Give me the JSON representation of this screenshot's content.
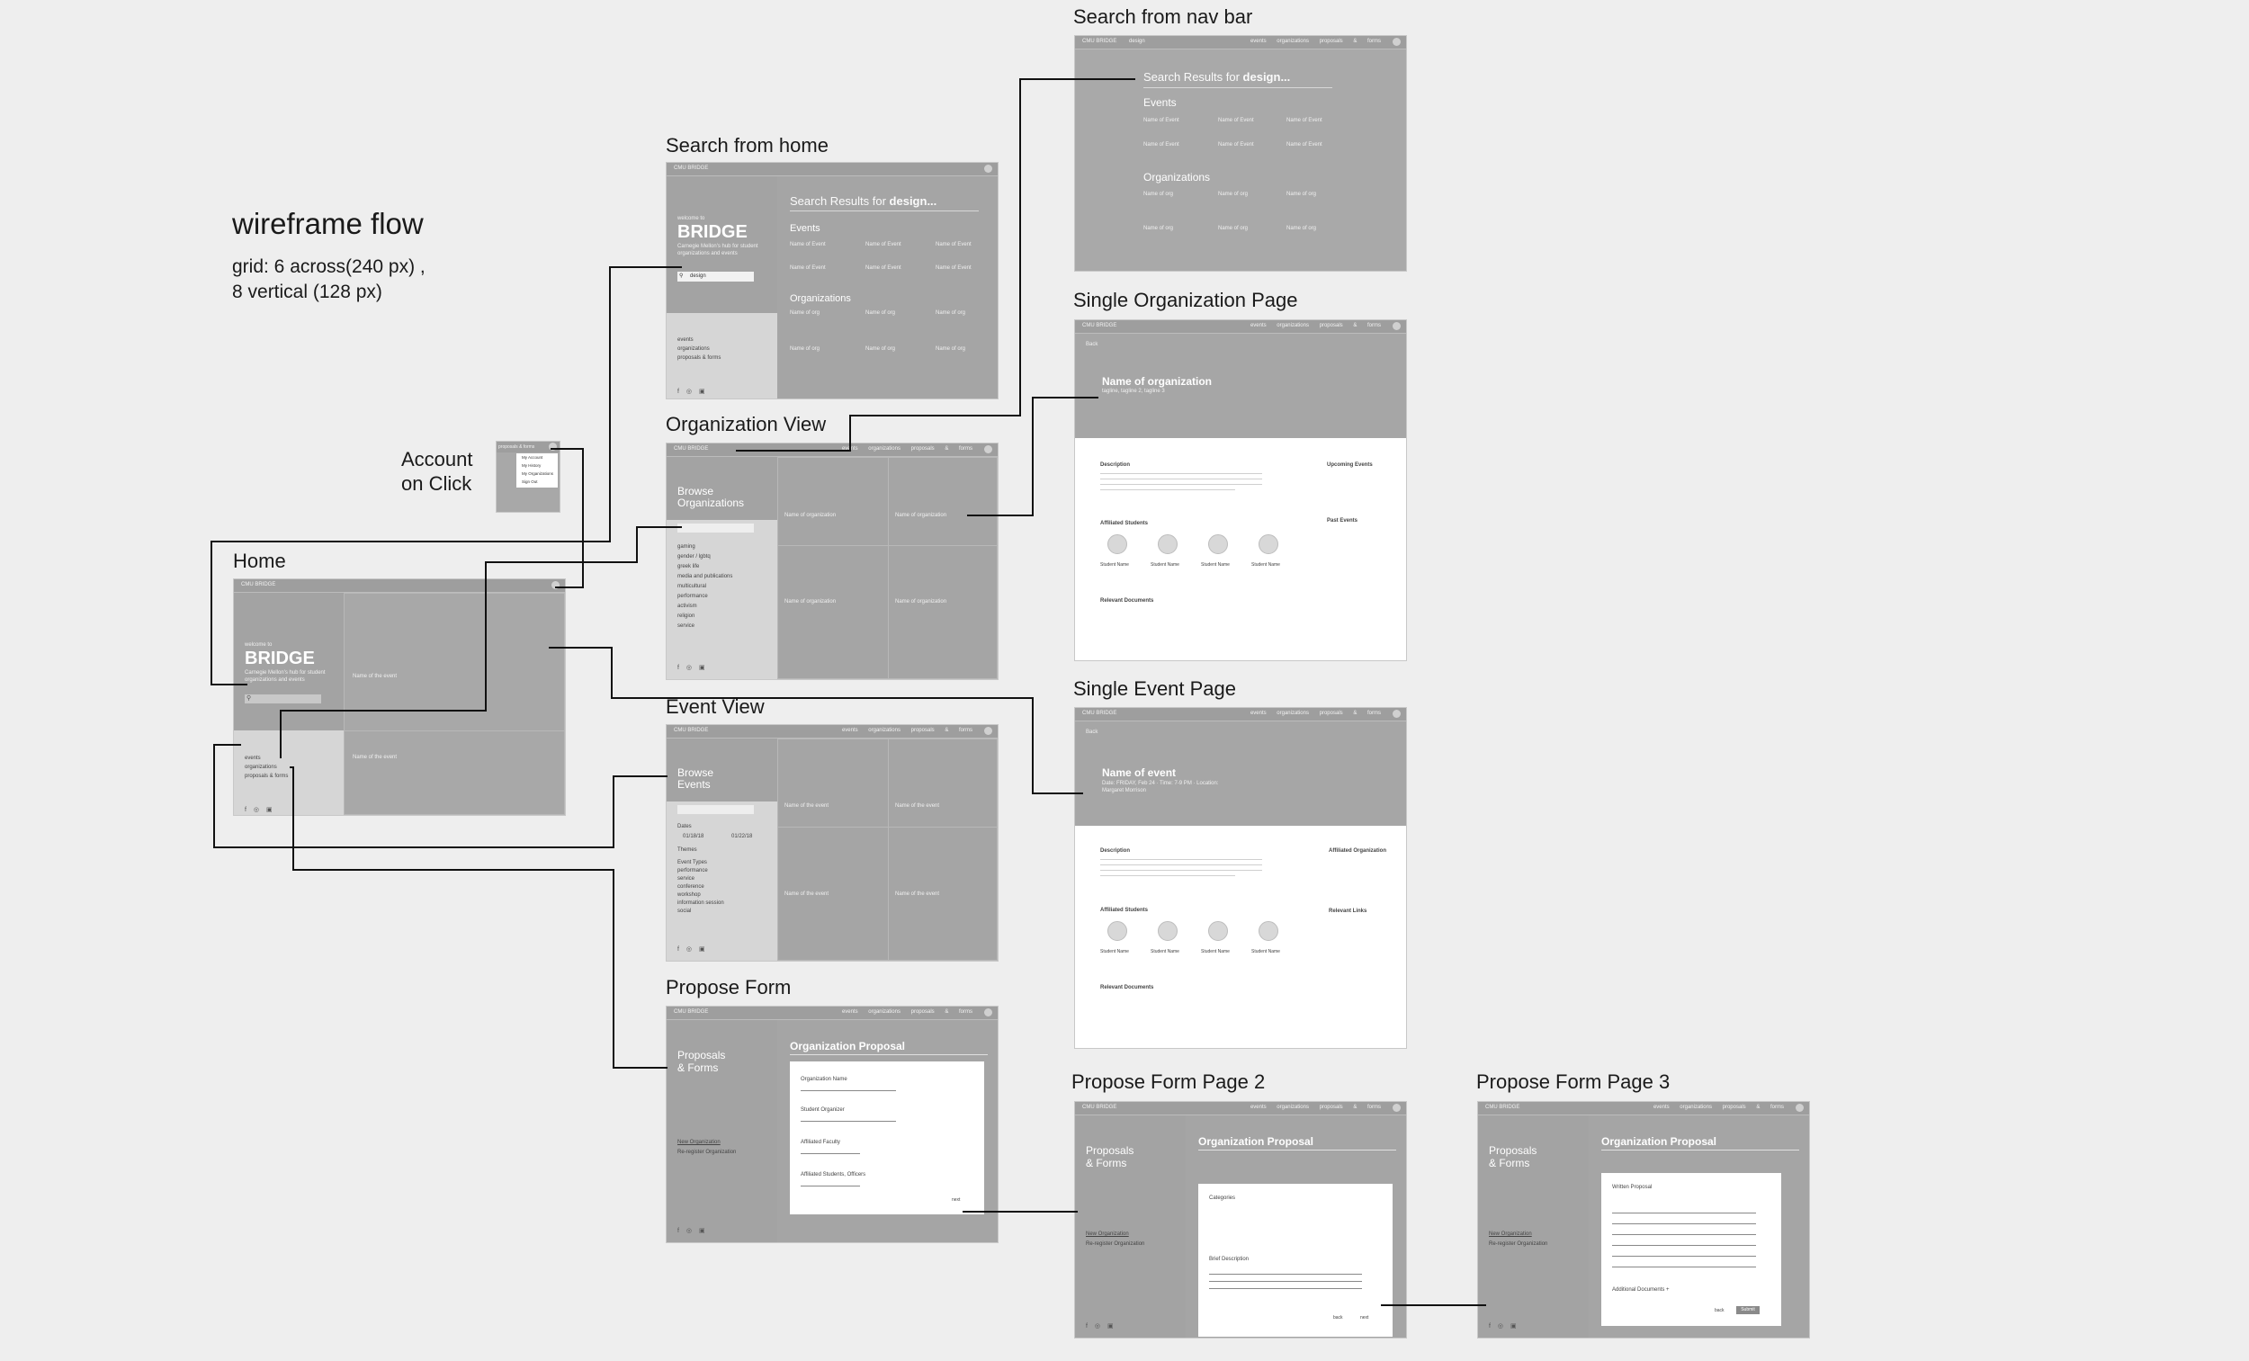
{
  "doc": {
    "title": "wireframe flow",
    "grid_line1": "grid: 6 across(240 px) ,",
    "grid_line2": "8 vertical (128 px)"
  },
  "labels": {
    "search_nav": "Search from nav bar",
    "search_home": "Search from home",
    "org_view": "Organization View",
    "account_line1": "Account",
    "account_line2": "on Click",
    "home": "Home",
    "event_view": "Event View",
    "propose_form": "Propose Form",
    "single_org": "Single Organization Page",
    "single_event": "Single Event Page",
    "propose_page2": "Propose Form Page 2",
    "propose_page3": "Propose Form Page 3"
  },
  "common": {
    "brand": "CMU BRIDGE",
    "nav": "events   organizations   proposals & forms",
    "sidebar_links": [
      "events",
      "organizations",
      "proposals & forms"
    ],
    "social": "f ◎ ▣"
  },
  "home": {
    "welcome": "welcome to",
    "bridge": "BRIDGE",
    "tagline": "Carnegie Mellon's hub for student organizations and events",
    "event_label": "Name of the event"
  },
  "search_home": {
    "query": "design",
    "results_prefix": "Search Results for ",
    "results_query": "design...",
    "events_heading": "Events",
    "orgs_heading": "Organizations",
    "event_name": "Name of Event",
    "org_name": "Name of org"
  },
  "search_nav": {
    "query": "design",
    "results_prefix": "Search Results for ",
    "results_query": "design...",
    "events_heading": "Events",
    "orgs_heading": "Organizations",
    "event_name": "Name of Event",
    "org_name": "Name of org"
  },
  "account_menu": {
    "nav": "proposals & forms",
    "items": [
      "My Account",
      "My History",
      "My Organizations",
      "Sign Out"
    ]
  },
  "org_view": {
    "heading_line1": "Browse",
    "heading_line2": "Organizations",
    "filters": [
      "gaming",
      "gender / lgbtq",
      "greek life",
      "media and publications",
      "multicultural",
      "performance",
      "activism",
      "religion",
      "service"
    ],
    "cell_label": "Name of organization"
  },
  "event_view": {
    "heading_line1": "Browse",
    "heading_line2": "Events",
    "dates_label": "Dates",
    "date_from": "01/18/18",
    "date_to": "01/22/18",
    "themes_label": "Themes",
    "types_label": "Event Types",
    "types": [
      "performance",
      "service",
      "conference",
      "workshop",
      "information session",
      "social"
    ],
    "cell_label": "Name of the event"
  },
  "propose": {
    "heading_line1": "Proposals",
    "heading_line2": "& Forms",
    "new_org": "New Organization",
    "reregister": "Re-register  Organization",
    "form_title": "Organization Proposal",
    "fields": [
      "Organization Name",
      "Student Organizer",
      "Affiliated Faculty",
      "Affiliated Students, Officers"
    ],
    "next": "next"
  },
  "propose2": {
    "categories": "Categories",
    "brief": "Brief Description",
    "back": "back",
    "next": "next"
  },
  "propose3": {
    "written": "Written Proposal",
    "additional": "Additional Documents +",
    "back": "back",
    "submit": "Submit"
  },
  "single_org": {
    "back": "Back",
    "name": "Name of organization",
    "tags": "tagline, tagline 2, tagline 3",
    "description": "Description",
    "affiliated": "Affiliated Students",
    "documents": "Relevant Documents",
    "upcoming": "Upcoming Events",
    "past": "Past Events",
    "student": "Student Name"
  },
  "single_event": {
    "back": "Back",
    "name": "Name of event",
    "meta": "Date: FRIDAY, Feb 24 · Time: 7-9 PM · Location: Margaret Morrison",
    "description": "Description",
    "affiliated": "Affiliated Students",
    "documents": "Relevant Documents",
    "aff_org": "Affiliated Organization",
    "links": "Relevant Links",
    "student": "Student Name"
  }
}
